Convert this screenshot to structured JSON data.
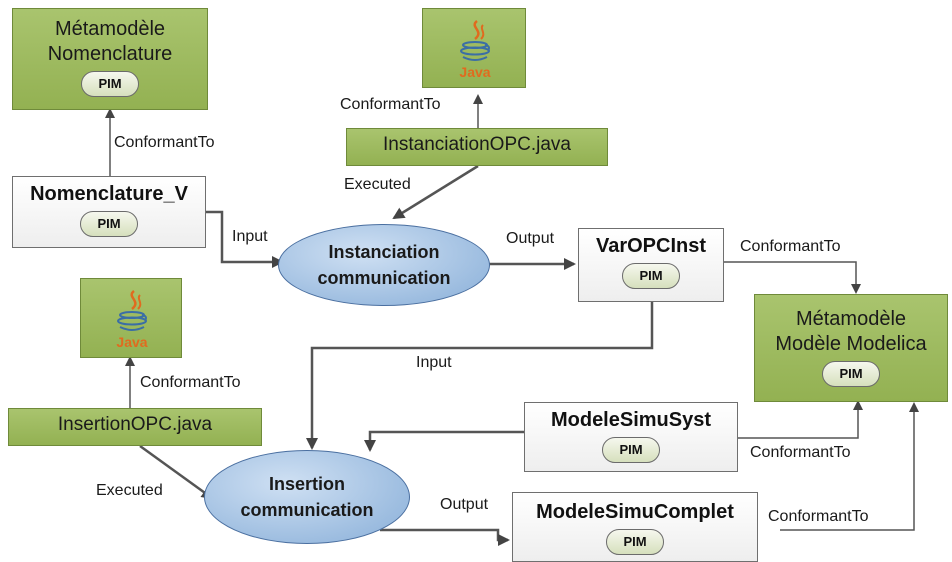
{
  "nodes": {
    "meta_nomenclature": {
      "line1": "Métamodèle",
      "line2": "Nomenclature",
      "badge": "PIM"
    },
    "nomenclature_v": {
      "title": "Nomenclature_V",
      "badge": "PIM"
    },
    "java_top": {
      "text": "Java"
    },
    "instanciation_file": {
      "title": "InstanciationOPC.java"
    },
    "instanciation_process": {
      "line1": "Instanciation",
      "line2": "communication"
    },
    "varopcinst": {
      "title": "VarOPCInst",
      "badge": "PIM"
    },
    "meta_modelica": {
      "line1": "Métamodèle",
      "line2": "Modèle Modelica",
      "badge": "PIM"
    },
    "java_left": {
      "text": "Java"
    },
    "insertion_file": {
      "title": "InsertionOPC.java"
    },
    "insertion_process": {
      "line1": "Insertion",
      "line2": "communication"
    },
    "modelesimusyst": {
      "title": "ModeleSimuSyst",
      "badge": "PIM"
    },
    "modelesimucomplet": {
      "title": "ModeleSimuComplet",
      "badge": "PIM"
    }
  },
  "edge_labels": {
    "conf_nomenclature": "ConformantTo",
    "conf_java_top": "ConformantTo",
    "executed_top": "Executed",
    "input_top": "Input",
    "output_top": "Output",
    "conf_varopc": "ConformantTo",
    "input_mid": "Input",
    "conf_java_left": "ConformantTo",
    "executed_left": "Executed",
    "output_bottom": "Output",
    "conf_simusyst": "ConformantTo",
    "conf_simucomplet": "ConformantTo"
  },
  "colors": {
    "metamodel_fill": "#9bbb59",
    "process_fill": "#a9c6e8",
    "connector": "#555555"
  }
}
